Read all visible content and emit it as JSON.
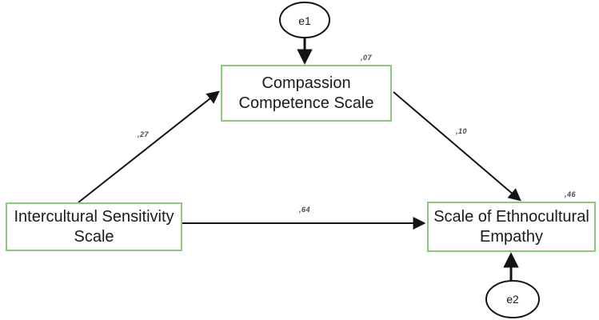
{
  "nodes": {
    "compassion_competence": {
      "line1": "Compassion",
      "line2": "Competence Scale",
      "r_squared": ",07"
    },
    "intercultural_sensitivity": {
      "line1": "Intercultural Sensitivity",
      "line2": "Scale"
    },
    "ethnocultural_empathy": {
      "line1": "Scale of Ethnocultural",
      "line2": "Empathy",
      "r_squared": ",46"
    },
    "error1": {
      "label": "e1"
    },
    "error2": {
      "label": "e2"
    }
  },
  "paths": [
    {
      "from": "Intercultural Sensitivity Scale",
      "to": "Compassion Competence Scale",
      "coefficient": ",27"
    },
    {
      "from": "Compassion Competence Scale",
      "to": "Scale of Ethnocultural Empathy",
      "coefficient": ",10"
    },
    {
      "from": "Intercultural Sensitivity Scale",
      "to": "Scale of Ethnocultural Empathy",
      "coefficient": ",64"
    }
  ],
  "colors": {
    "box_border": "#8bc97b",
    "arrow": "#141414",
    "coef_text": "#4a4a4a",
    "node_text": "#1a1a1a"
  }
}
